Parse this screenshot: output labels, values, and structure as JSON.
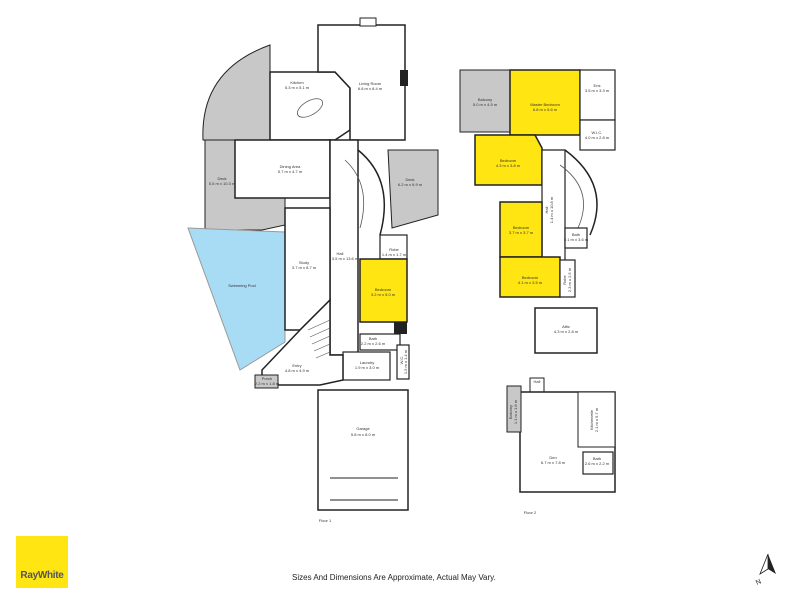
{
  "brand": {
    "name": "RayWhite",
    "color": "#ffe512"
  },
  "disclaimer": "Sizes And Dimensions Are Approximate, Actual May Vary.",
  "compass": {
    "label": "N"
  },
  "colors": {
    "highlight": "#ffe512",
    "outdoor": "#c8c8c8",
    "pool": "#a8dcf5",
    "wall": "#222222"
  },
  "floors": [
    {
      "label": "Floor 1"
    },
    {
      "label": "Floor 2"
    }
  ],
  "rooms": {
    "kitchen": {
      "name": "Kitchen",
      "size": "5.3 m x 5.1 m"
    },
    "living_room": {
      "name": "Living Room",
      "size": "6.8 m x 8.4 m"
    },
    "dining_area": {
      "name": "Dining Area",
      "size": "5.7 m x 4.7 m"
    },
    "deck_left": {
      "name": "Deck",
      "size": "5.5 m x 10.3 m"
    },
    "deck_right": {
      "name": "Deck",
      "size": "6.2 m x 6.9 m"
    },
    "hall": {
      "name": "Hall",
      "size": "3.5 m x 13.6 m"
    },
    "robe_f1": {
      "name": "Robe",
      "size": "1.4 m x 1.7 m"
    },
    "bedroom_f1": {
      "name": "Bedroom",
      "size": "3.2 m x 5.0 m"
    },
    "study": {
      "name": "Study",
      "size": "3.7 m x 8.7 m"
    },
    "swimming_pool": {
      "name": "Swimming Pool"
    },
    "bath_f1": {
      "name": "Bath",
      "size": "2.2 m x 2.6 m"
    },
    "laundry": {
      "name": "Laundry",
      "size": "1.9 m x 3.0 m"
    },
    "wc": {
      "name": "W.C.",
      "size": "1.5 m x 1.4 m"
    },
    "entry": {
      "name": "Entry",
      "size": "4.8 m x 4.9 m"
    },
    "porch": {
      "name": "Porch",
      "size": "2.2 m x 1.8 m"
    },
    "garage": {
      "name": "Garage",
      "size": "5.8 m x 8.0 m"
    },
    "balcony_f2": {
      "name": "Balcony",
      "size": "5.0 m x 4.5 m"
    },
    "master_bedroom": {
      "name": "Master Bedroom",
      "size": "6.8 m x 5.6 m"
    },
    "ens": {
      "name": "Ens",
      "size": "3.5 m x 3.3 m"
    },
    "wic": {
      "name": "W.I.C.",
      "size": "4.0 m x 2.8 m"
    },
    "bedroom_a": {
      "name": "Bedroom",
      "size": "4.3 m x 3.8 m"
    },
    "hall_f2": {
      "name": "Hall",
      "size": "1.4 m x 10.8 m"
    },
    "bedroom_b": {
      "name": "Bedroom",
      "size": "3.7 m x 3.7 m"
    },
    "bath_f2": {
      "name": "Bath",
      "size": "2.1 m x 3.6 m"
    },
    "bedroom_c": {
      "name": "Bedroom",
      "size": "4.1 m x 3.5 m"
    },
    "robe_f2": {
      "name": "Robe",
      "size": "2.3 m x 2.5 m"
    },
    "attic": {
      "name": "Attic",
      "size": "4.3 m x 2.8 m"
    },
    "hall_f2b": {
      "name": "Hall"
    },
    "balcony_f2b": {
      "name": "Balcony",
      "size": "1.1 m x 1.8 m"
    },
    "kitchenette": {
      "name": "Kitchenette",
      "size": "2.1 m x 5.7 m"
    },
    "den": {
      "name": "Den",
      "size": "6.7 m x 7.8 m"
    },
    "bath_f2b": {
      "name": "Bath",
      "size": "2.6 m x 2.2 m"
    }
  }
}
